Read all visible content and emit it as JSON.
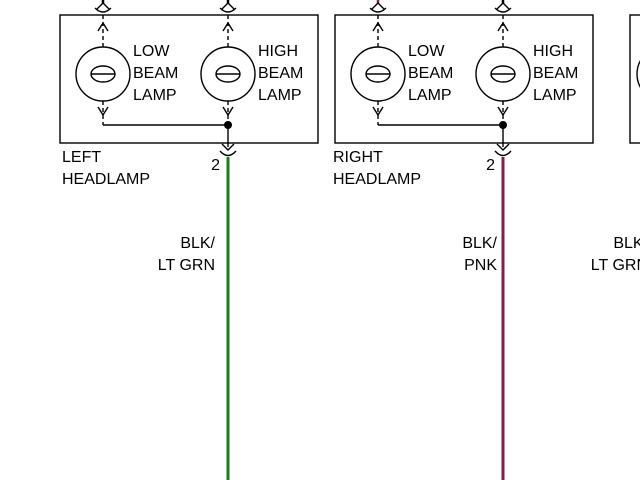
{
  "components": [
    {
      "name": "LEFT\nHEADLAMP",
      "pin": "2",
      "lamps": [
        "LOW\nBEAM\nLAMP",
        "HIGH\nBEAM\nLAMP"
      ]
    },
    {
      "name": "RIGHT\nHEADLAMP",
      "pin": "2",
      "lamps": [
        "LOW\nBEAM\nLAMP",
        "HIGH\nBEAM\nLAMP"
      ]
    }
  ],
  "wires": [
    {
      "label": "BLK/\nLT GRN",
      "color": "#1b7e1b"
    },
    {
      "label": "BLK/\nPNK",
      "color": "#7d2245"
    },
    {
      "label": "BLK/\nLT GRN",
      "color": "#1b7e1b"
    }
  ],
  "stub_colors": [
    "#000000",
    "#000000",
    "#8b1f50",
    "#000000"
  ],
  "diagram_colors": {
    "line": "#000000",
    "background": "#ffffff"
  }
}
